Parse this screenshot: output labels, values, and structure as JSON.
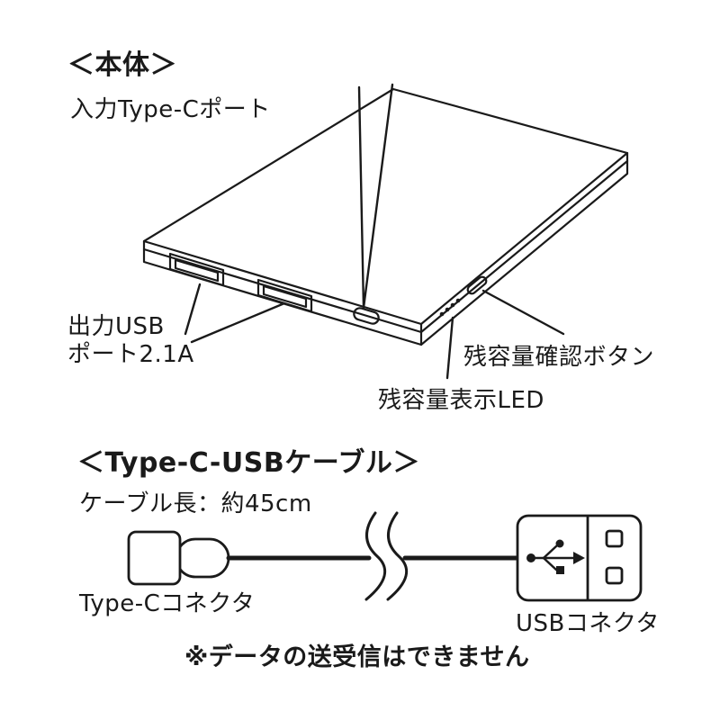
{
  "body_section": {
    "title": "＜本体＞",
    "input_port_label": "入力Type-Cポート",
    "output_port_label_line1": "出力USB",
    "output_port_label_line2": "ポート2.1A",
    "check_button_label": "残容量確認ボタン",
    "led_label": "残容量表示LED"
  },
  "cable_section": {
    "title": "＜Type-C-USBケーブル＞",
    "length_label": "ケーブル長：約45cm",
    "type_c_connector_label": "Type-Cコネクタ",
    "usb_connector_label": "USBコネクタ",
    "note": "※データの送受信はできません"
  },
  "colors": {
    "line": "#1a1a1a",
    "background": "#ffffff"
  }
}
